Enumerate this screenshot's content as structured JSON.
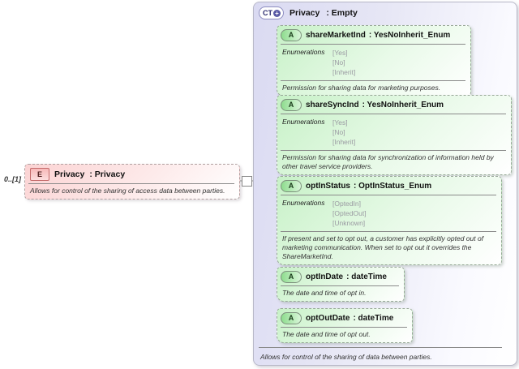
{
  "diagram": {
    "cardinality": "0..[1]",
    "element": {
      "badge": "E",
      "name": "Privacy",
      "type": ": Privacy",
      "annotation": "Allows for control of the sharing of access data between parties."
    },
    "complex_type": {
      "badge": "CT",
      "badge_plus": "+",
      "name": "Privacy",
      "type": ": Empty",
      "annotation": "Allows for control of the sharing of data between parties.",
      "attributes": [
        {
          "badge": "A",
          "name": "shareMarketInd",
          "type": ": YesNoInherit_Enum",
          "enumerations_label": "Enumerations",
          "enumerations": [
            "[Yes]",
            "[No]",
            "[Inherit]"
          ],
          "annotation": "Permission for sharing data for marketing purposes."
        },
        {
          "badge": "A",
          "name": "shareSyncInd",
          "type": ": YesNoInherit_Enum",
          "enumerations_label": "Enumerations",
          "enumerations": [
            "[Yes]",
            "[No]",
            "[Inherit]"
          ],
          "annotation": "Permission for sharing data for synchronization of information held by other travel service providers."
        },
        {
          "badge": "A",
          "name": "optInStatus",
          "type": ": OptInStatus_Enum",
          "enumerations_label": "Enumerations",
          "enumerations": [
            "[OptedIn]",
            "[OptedOut]",
            "[Unknown]"
          ],
          "annotation": "If present and set to opt out, a customer has explicitly opted out of marketing communication. When set to opt out it overrides the ShareMarketInd."
        },
        {
          "badge": "A",
          "name": "optInDate",
          "type": ": dateTime",
          "annotation": "The date and time of opt in."
        },
        {
          "badge": "A",
          "name": "optOutDate",
          "type": ": dateTime",
          "annotation": "The date and time of opt out."
        }
      ]
    },
    "colors": {
      "element_fill": "#fbd3d3",
      "attribute_fill": "#c7f1c7",
      "container_fill": "#dadaf2",
      "connector": "#888888"
    }
  }
}
